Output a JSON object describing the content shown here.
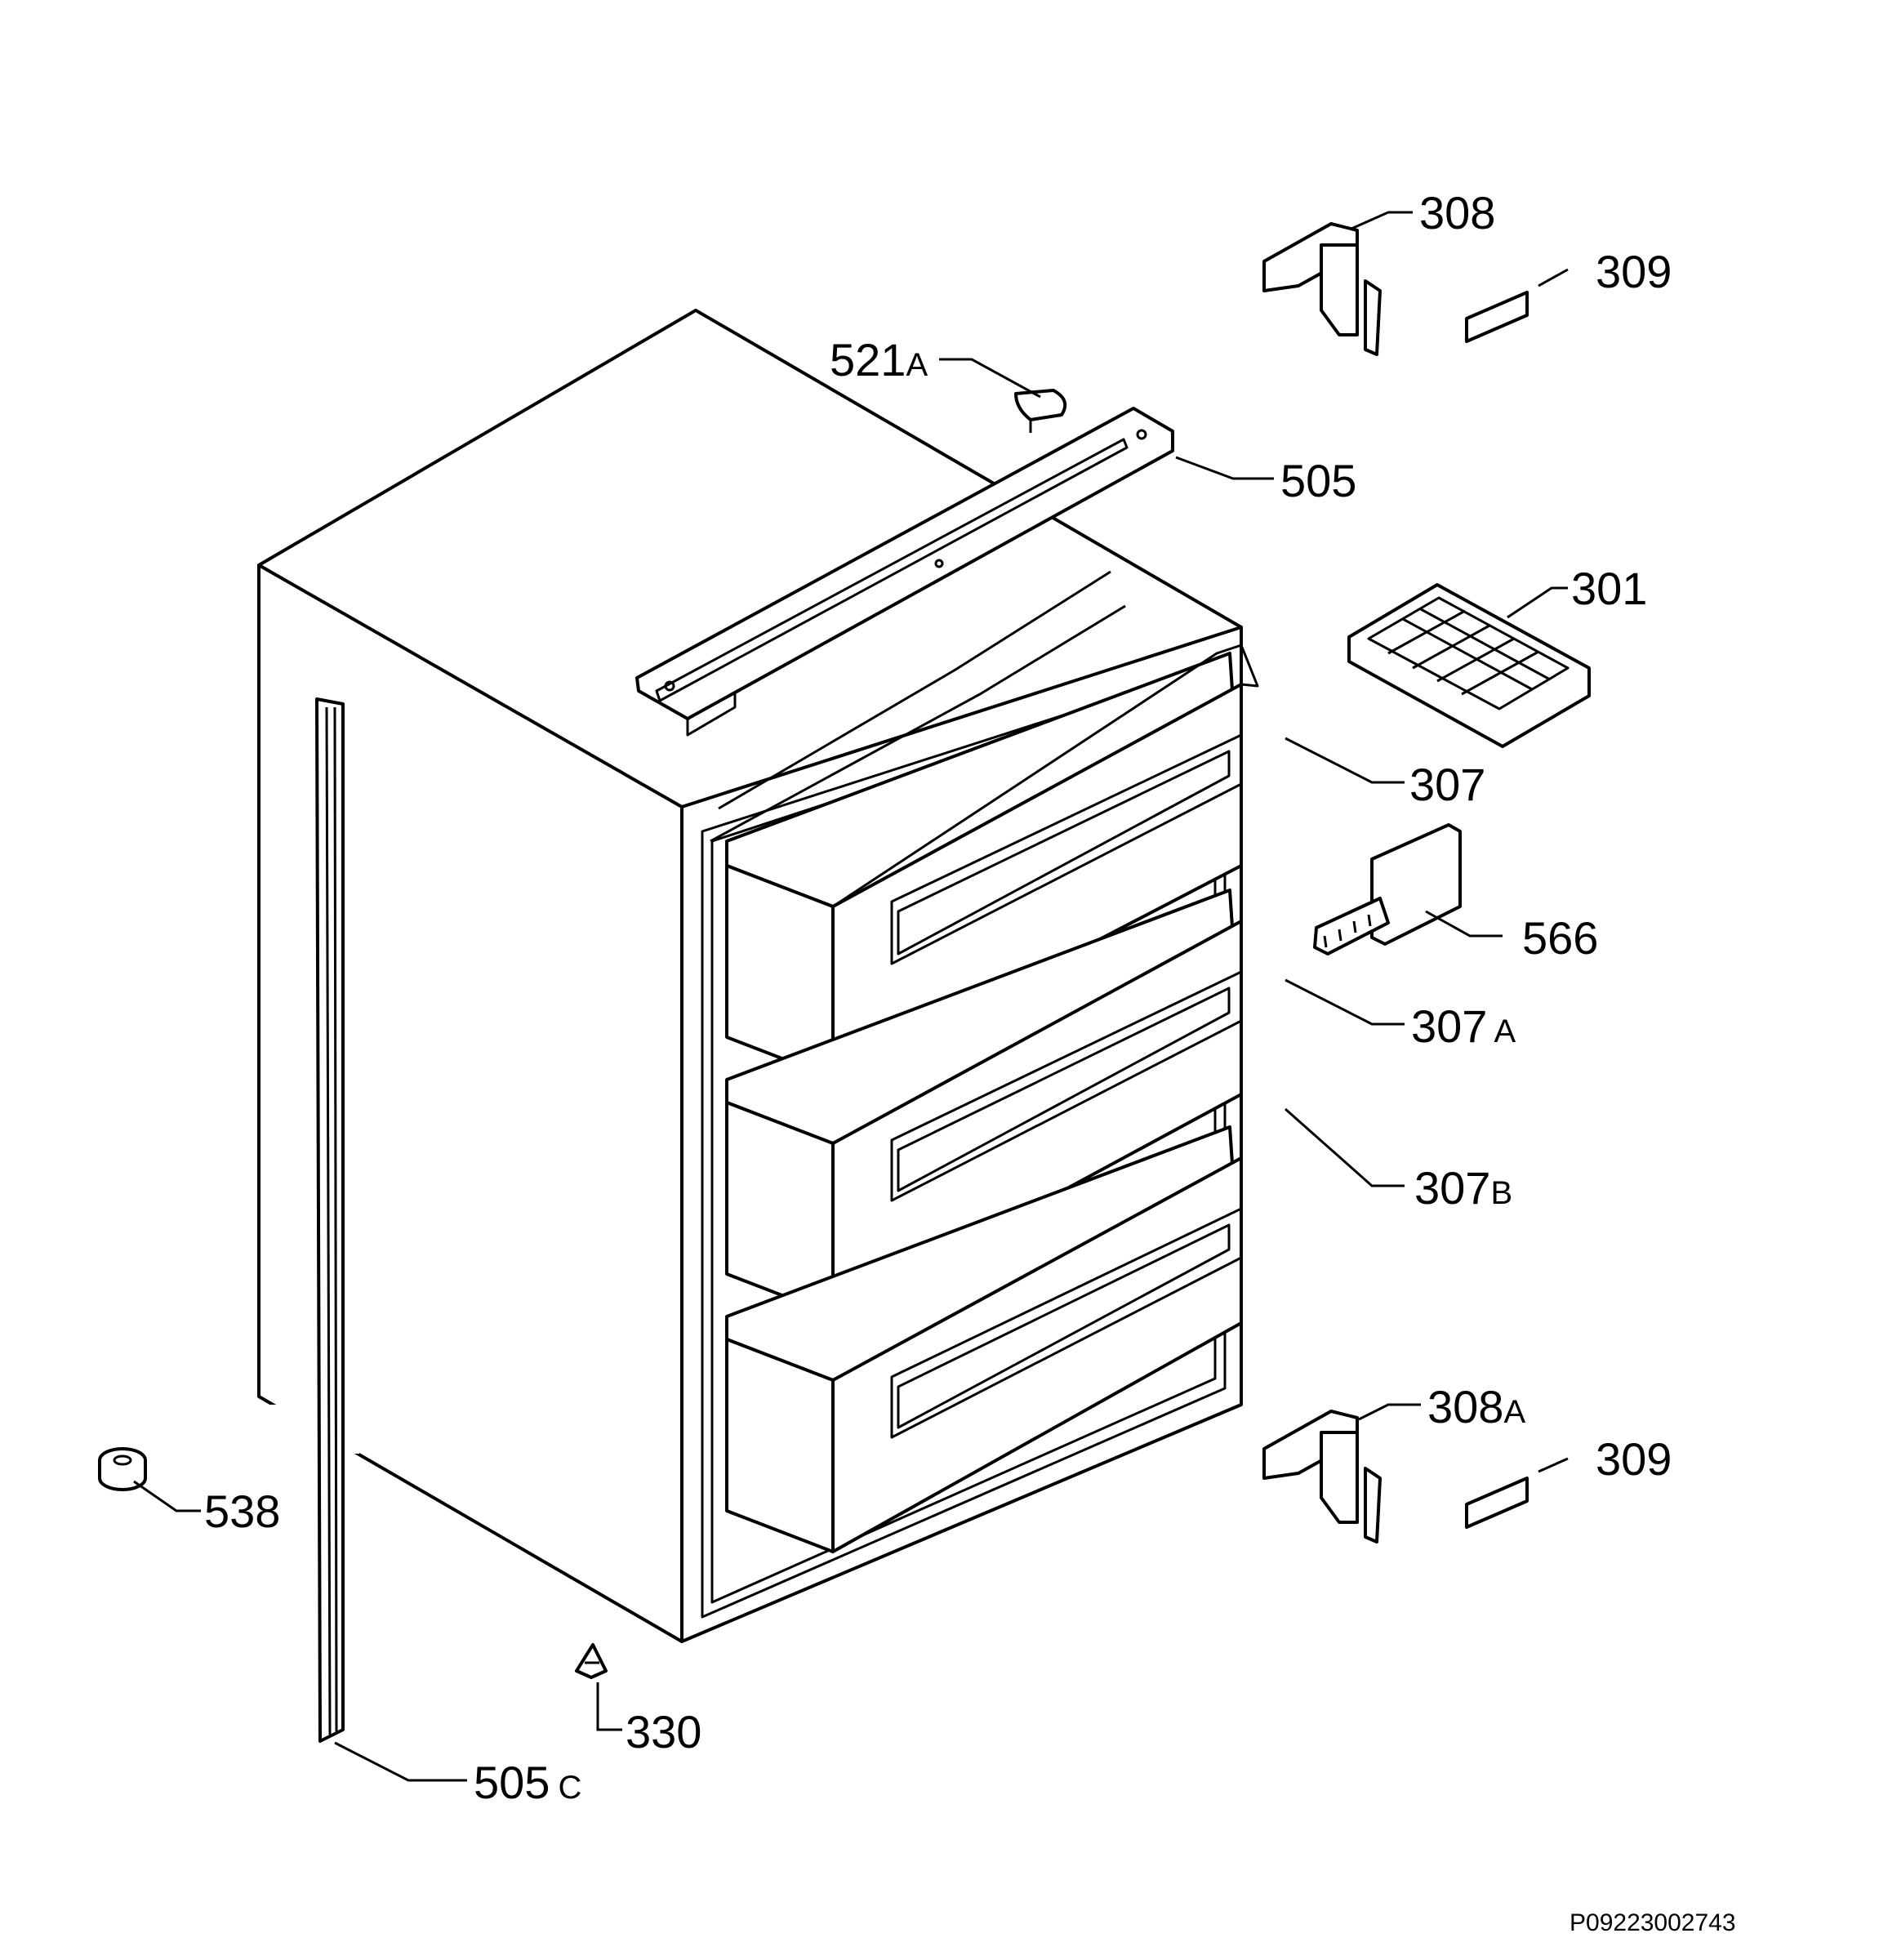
{
  "labels": [
    {
      "id": "308",
      "main": "308",
      "suffix": ""
    },
    {
      "id": "309-top",
      "main": "309",
      "suffix": ""
    },
    {
      "id": "521A",
      "main": "521",
      "suffix": "A"
    },
    {
      "id": "505",
      "main": "505",
      "suffix": ""
    },
    {
      "id": "301",
      "main": "301",
      "suffix": ""
    },
    {
      "id": "307",
      "main": "307",
      "suffix": ""
    },
    {
      "id": "566",
      "main": "566",
      "suffix": ""
    },
    {
      "id": "307A",
      "main": "307",
      "suffix": "A"
    },
    {
      "id": "307B",
      "main": "307",
      "suffix": "B"
    },
    {
      "id": "308A",
      "main": "308",
      "suffix": "A"
    },
    {
      "id": "309-bottom",
      "main": "309",
      "suffix": ""
    },
    {
      "id": "538",
      "main": "538",
      "suffix": ""
    },
    {
      "id": "330",
      "main": "330",
      "suffix": ""
    },
    {
      "id": "505C",
      "main": "505",
      "suffix": "C"
    }
  ],
  "document_number": "P09223002743"
}
